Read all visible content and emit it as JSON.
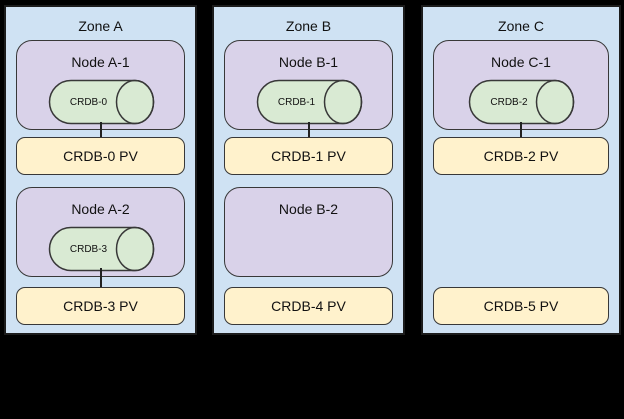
{
  "colors": {
    "background": "#000000",
    "zone_fill": "#cfe2f3",
    "node_fill": "#d9d2e9",
    "cylinder_fill": "#d9ead3",
    "pv_fill": "#fff2cc",
    "stroke": "#383838"
  },
  "zones": [
    {
      "label": "Zone A",
      "slots": [
        {
          "node_label": "Node A-1",
          "cylinder_label": "CRDB-0",
          "pv_label": "CRDB-0 PV"
        },
        {
          "node_label": "Node A-2",
          "cylinder_label": "CRDB-3",
          "pv_label": "CRDB-3 PV"
        }
      ]
    },
    {
      "label": "Zone B",
      "slots": [
        {
          "node_label": "Node B-1",
          "cylinder_label": "CRDB-1",
          "pv_label": "CRDB-1 PV"
        },
        {
          "node_label": "Node B-2",
          "pv_label": "CRDB-4 PV"
        }
      ]
    },
    {
      "label": "Zone C",
      "slots": [
        {
          "node_label": "Node C-1",
          "cylinder_label": "CRDB-2",
          "pv_label": "CRDB-2 PV"
        },
        {
          "pv_label": "CRDB-5 PV"
        }
      ]
    }
  ]
}
